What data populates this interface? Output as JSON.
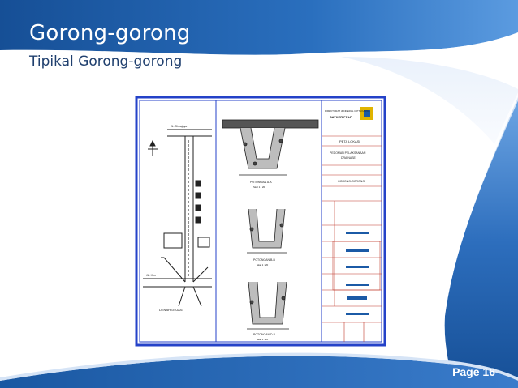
{
  "slide": {
    "title": "Gorong-gorong",
    "subtitle": "Tipikal Gorong-gorong",
    "page_label": "Page 16"
  },
  "drawing": {
    "site_plan": {
      "road_top_label": "JL. Sirnajaya",
      "road_bottom_label": "JL. Kbn",
      "caption": "DENAHSITUASI"
    },
    "sections": [
      {
        "caption": "POTONGAN A-A",
        "scale": "Skal 1 : 20"
      },
      {
        "caption": "POTONGAN B-B",
        "scale": "Skal 1 : 20"
      },
      {
        "caption": "POTONGAN D-D",
        "scale": "Skal 1 : 20"
      }
    ],
    "title_block": {
      "agency_line1": "DIREKTORAT JENDERAL CIPTA KARYA",
      "agency_line2": "SATKER PPLP",
      "sheet_title": "PETA LOKASI",
      "doc_line1": "PEDOMAN PELAKSANAAN",
      "doc_line2": "DRAINASE",
      "content_label": "GORONG-GORONG"
    }
  },
  "colors": {
    "primary_blue": "#1b5aa6",
    "drawing_border": "#2442c8"
  }
}
